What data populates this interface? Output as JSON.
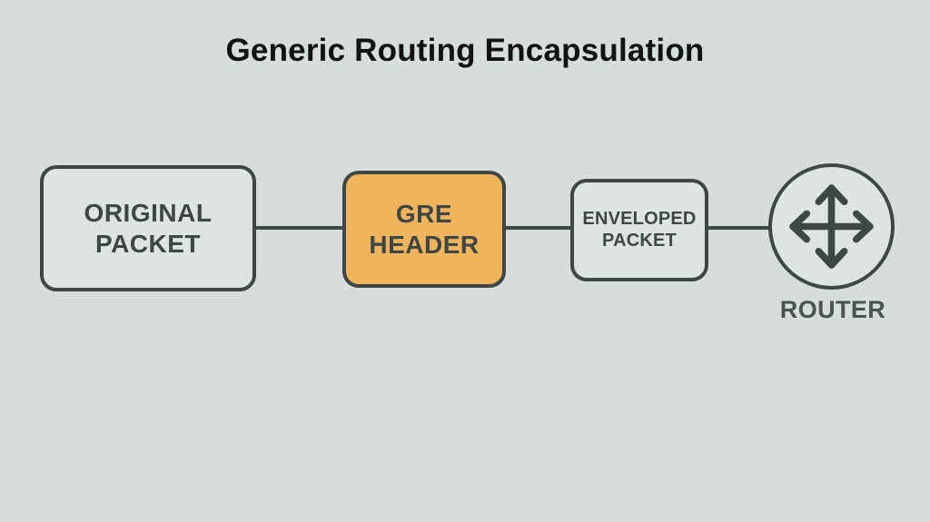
{
  "diagram": {
    "title": "Generic Routing Encapsulation",
    "background_color": "#d7dddd",
    "stroke_color": "#3e4745",
    "accent_color": "#f0b45c",
    "nodes": [
      {
        "id": "original-packet",
        "label_line1": "ORIGINAL",
        "label_line2": "PACKET",
        "fill": "#dee3e3",
        "shape": "rounded-rectangle"
      },
      {
        "id": "gre-header",
        "label_line1": "GRE",
        "label_line2": "HEADER",
        "fill": "#f0b45c",
        "shape": "rounded-rectangle"
      },
      {
        "id": "enveloped-packet",
        "label_line1": "ENVELOPED",
        "label_line2": "PACKET",
        "fill": "#dee3e3",
        "shape": "rounded-rectangle"
      },
      {
        "id": "router",
        "label": "ROUTER",
        "fill": "#dee3e3",
        "shape": "circle",
        "icon": "four-way-arrow-icon"
      }
    ]
  }
}
